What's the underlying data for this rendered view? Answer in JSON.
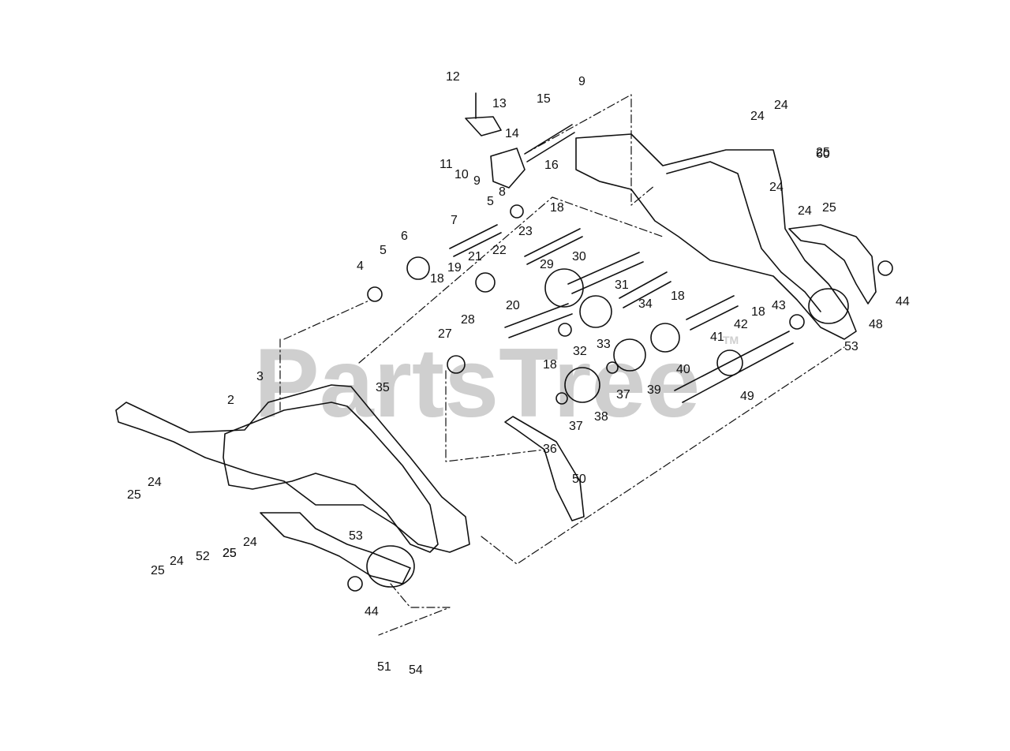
{
  "watermark": {
    "text": "PartsTree",
    "tm": "TM",
    "color": "#c8c8c8"
  },
  "part_labels": [
    "2",
    "3",
    "4",
    "5",
    "5",
    "6",
    "7",
    "8",
    "9",
    "9",
    "10",
    "11",
    "12",
    "13",
    "14",
    "15",
    "16",
    "18",
    "18",
    "18",
    "18",
    "18",
    "19",
    "20",
    "21",
    "22",
    "23",
    "24",
    "24",
    "24",
    "24",
    "24",
    "24",
    "24",
    "25",
    "25",
    "25",
    "25",
    "25",
    "25",
    "27",
    "28",
    "29",
    "30",
    "31",
    "32",
    "33",
    "34",
    "35",
    "36",
    "37",
    "37",
    "38",
    "39",
    "40",
    "41",
    "42",
    "43",
    "44",
    "44",
    "48",
    "49",
    "50",
    "51",
    "52",
    "53",
    "53",
    "54",
    "60"
  ],
  "colors": {
    "line": "#111111",
    "background": "#ffffff"
  }
}
